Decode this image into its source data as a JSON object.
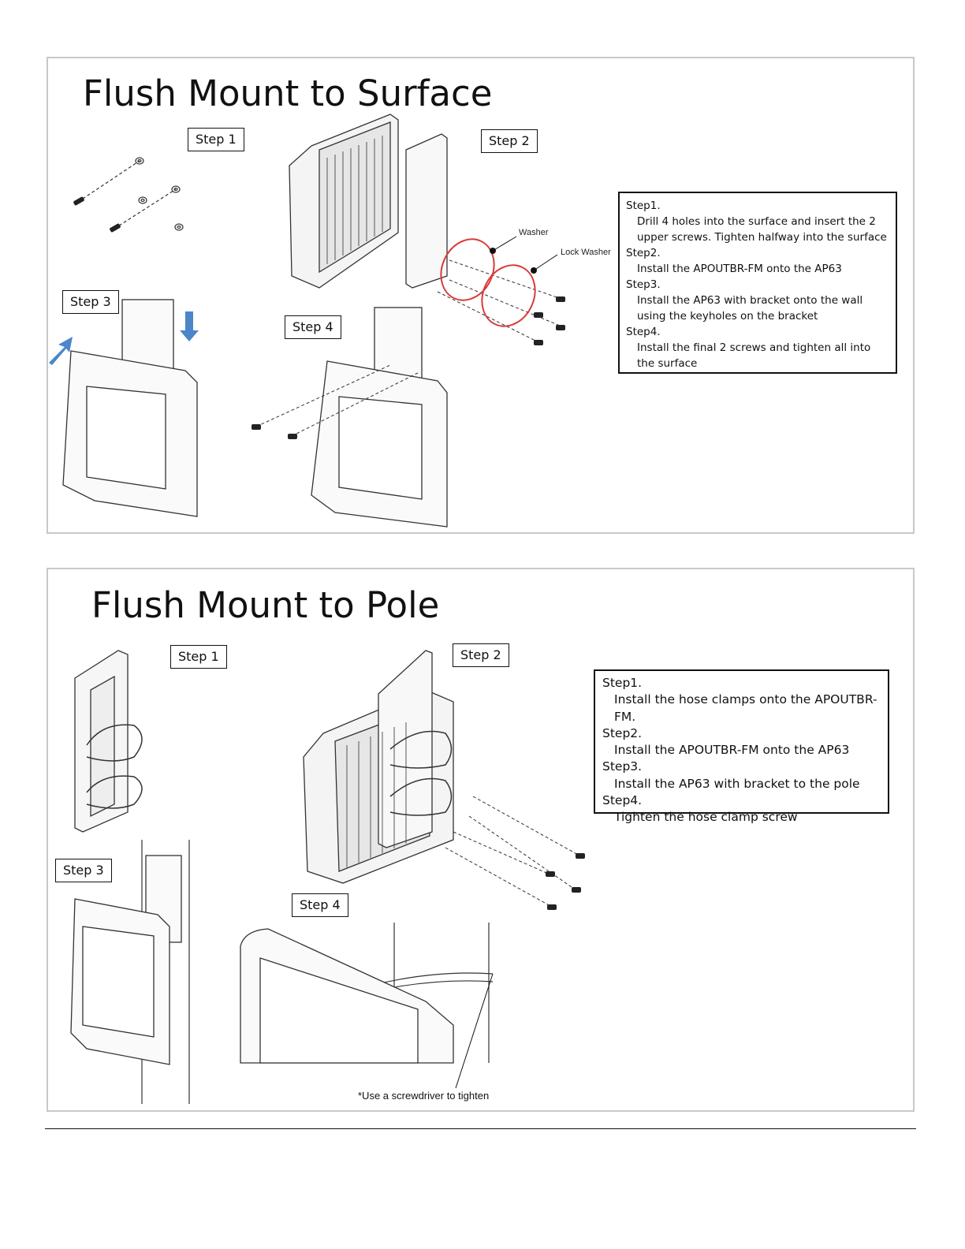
{
  "surface": {
    "title": "Flush Mount to Surface",
    "step_labels": [
      "Step 1",
      "Step 2",
      "Step 3",
      "Step 4"
    ],
    "callouts": {
      "washer": "Washer",
      "lock_washer": "Lock Washer"
    },
    "instructions": [
      {
        "heading": "Step1.",
        "body": "Drill 4 holes into the surface and insert the 2 upper screws.  Tighten halfway into the surface"
      },
      {
        "heading": "Step2.",
        "body": "Install the APOUTBR-FM onto the AP63"
      },
      {
        "heading": "Step3.",
        "body": "Install the AP63 with bracket onto the wall using the keyholes on the bracket"
      },
      {
        "heading": "Step4.",
        "body": "Install the final 2 screws and tighten all into the surface"
      }
    ],
    "arrow_color": "#4a86c8",
    "highlight_color": "#d93a3a"
  },
  "pole": {
    "title": "Flush Mount to Pole",
    "step_labels": [
      "Step 1",
      "Step 2",
      "Step 3",
      "Step 4"
    ],
    "instructions": [
      {
        "heading": "Step1.",
        "body": "Install the hose clamps onto the APOUTBR-FM."
      },
      {
        "heading": "Step2.",
        "body": "Install the APOUTBR-FM onto the AP63"
      },
      {
        "heading": "Step3.",
        "body": "Install the AP63 with bracket to the pole"
      },
      {
        "heading": "Step4.",
        "body": "Tighten the hose clamp screw"
      }
    ],
    "note": "*Use a screwdriver to tighten"
  }
}
